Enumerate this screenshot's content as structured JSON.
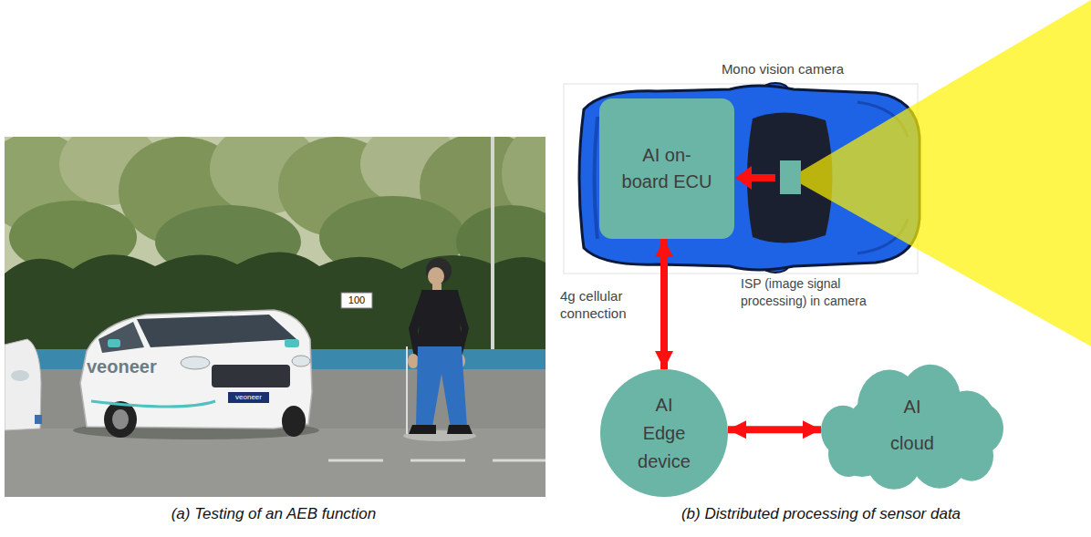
{
  "diagram": {
    "nodes": [
      {
        "text": [
          "AI on-board ECU"
        ]
      },
      {
        "text": [
          "AI Edge device"
        ]
      },
      {
        "text": [
          "AI cloud"
        ]
      }
    ],
    "edges": [
      {
        "from": 0,
        "to": 1,
        "arrow": "both",
        "label": "4g cellular connection"
      },
      {
        "from": 1,
        "to": 2,
        "arrow": "both"
      }
    ],
    "labels": [
      "veoneer",
      "veoneer",
      "100",
      "Mono vision camera",
      "ISP (image signal processing) in camera",
      "(a) Testing of an AEB function",
      "(b) Distributed processing of sensor data"
    ]
  }
}
